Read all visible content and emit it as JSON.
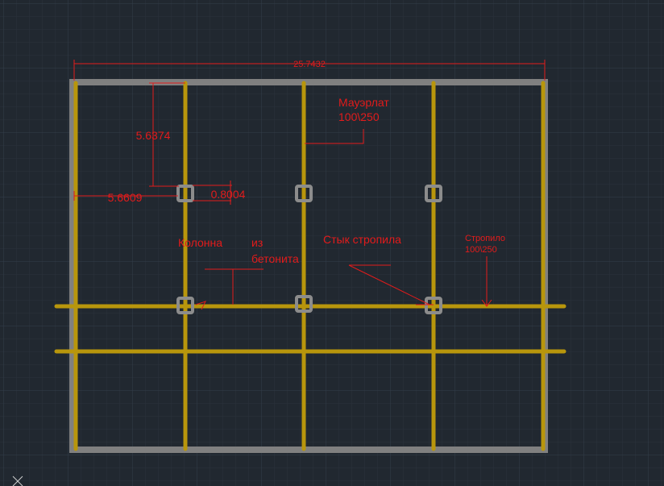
{
  "colors": {
    "background": "#212830",
    "grid_minor": "#2a323c",
    "grid_major": "#323b47",
    "wall": "#808080",
    "beam": "#b8960c",
    "annotation": "#e21b1b",
    "column": "#8c8c8c"
  },
  "dimensions": {
    "overall_width": "25.7432",
    "vertical_offset": "5.6374",
    "horizontal_offset": "5.6609",
    "column_width": "0.8004"
  },
  "labels": {
    "mauerlat_line1": "Мауэрлат",
    "mauerlat_line2": "100\\250",
    "column_line1": "Колонна",
    "column_line2a": "из",
    "column_line2b": "бетонита",
    "rafter_joint": "Стык стропила",
    "rafter_line1": "Стропило",
    "rafter_line2": "100\\250"
  },
  "icons": {
    "ucs": "ucs-cross-icon"
  }
}
